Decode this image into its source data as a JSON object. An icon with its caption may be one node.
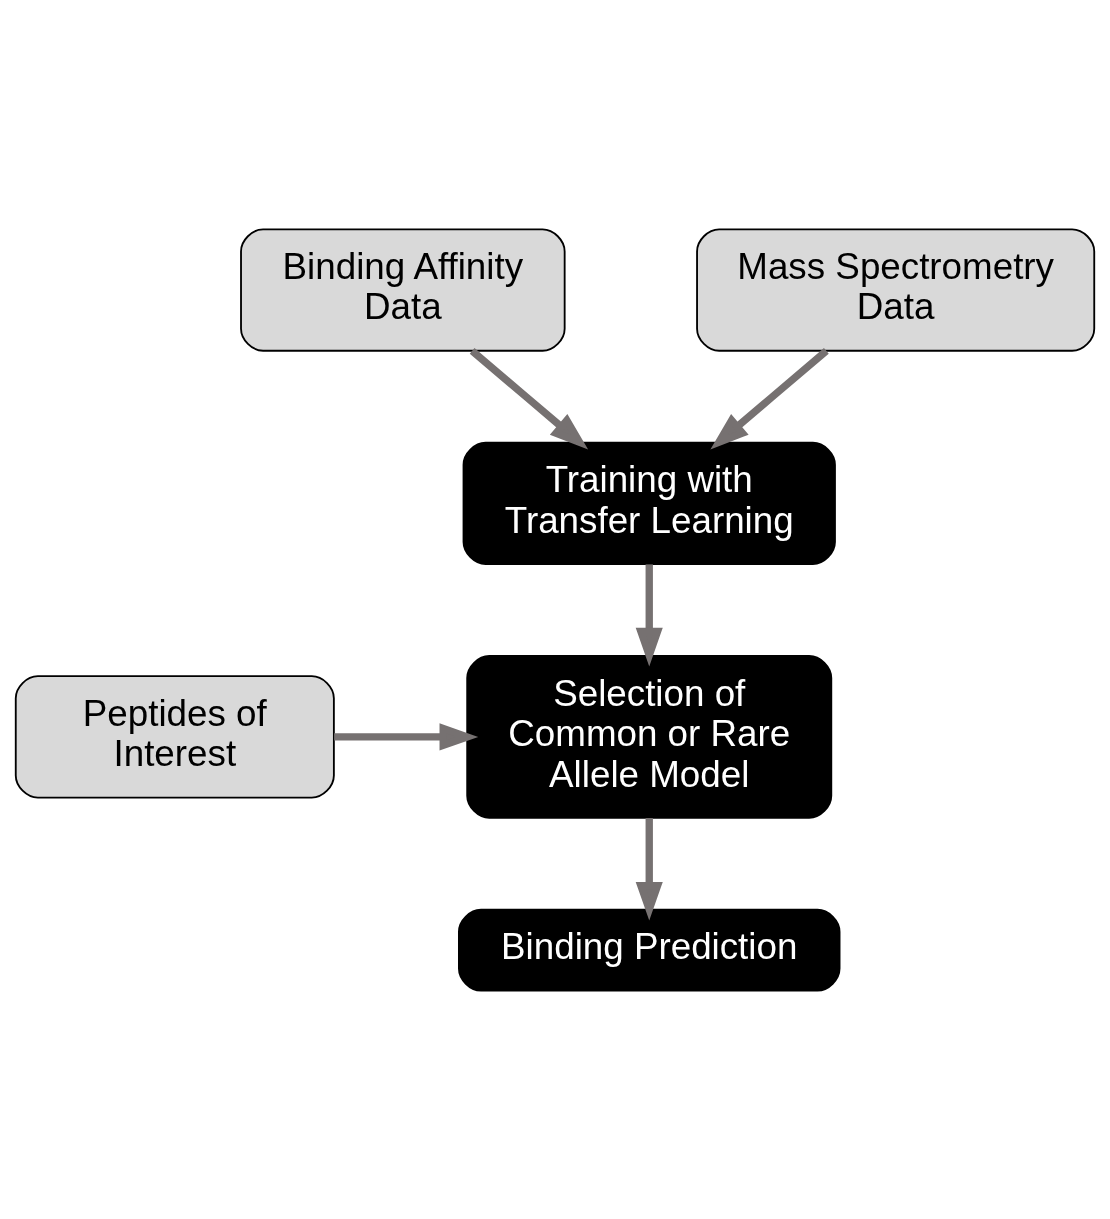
{
  "diagram": {
    "nodes": [
      {
        "text": [
          "Binding Affinity Data"
        ]
      },
      {
        "text": [
          "Mass Spectrometry Data"
        ]
      },
      {
        "text": [
          "Training with Transfer Learning"
        ]
      },
      {
        "text": [
          "Selection of Common or Rare Allele Model"
        ]
      },
      {
        "text": [
          "Peptides of Interest"
        ]
      },
      {
        "text": [
          "Binding Prediction"
        ]
      }
    ],
    "edges": [
      {
        "from": 0,
        "to": 2,
        "arrow": "to"
      },
      {
        "from": 1,
        "to": 2,
        "arrow": "to"
      },
      {
        "from": 2,
        "to": 3,
        "arrow": "to"
      },
      {
        "from": 4,
        "to": 3,
        "arrow": "to"
      },
      {
        "from": 3,
        "to": 5,
        "arrow": "to"
      }
    ]
  }
}
